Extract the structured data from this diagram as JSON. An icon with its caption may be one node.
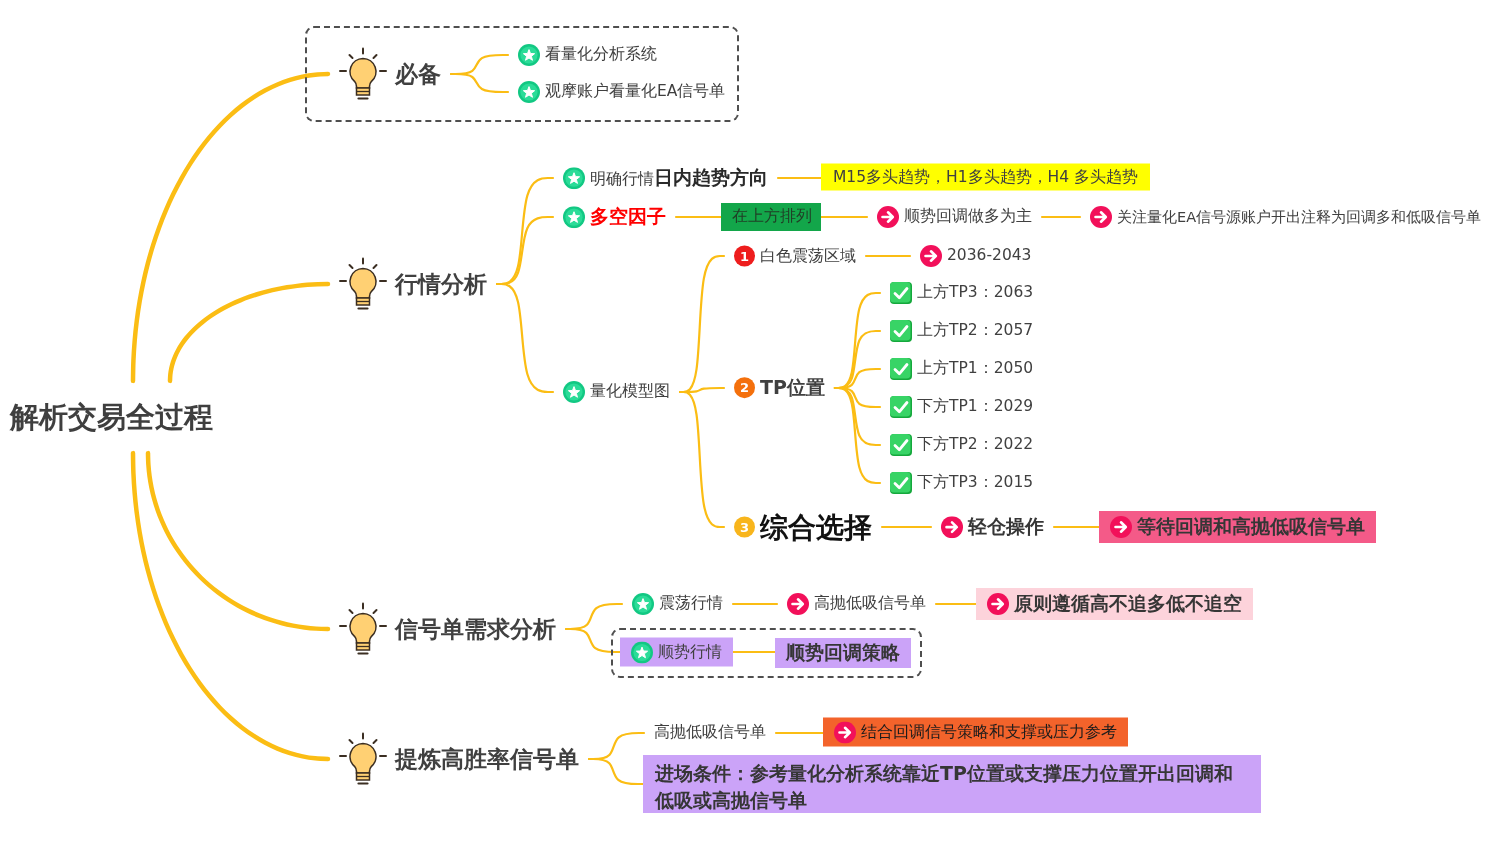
{
  "diagram": {
    "nodes": [
      {
        "text": [
          "解析交易全过程"
        ]
      },
      {
        "text": [],
        "shape": "box"
      },
      {
        "text": [
          "必备"
        ],
        "in": 1
      },
      {
        "text": [
          "看量化分析系统"
        ],
        "in": 1
      },
      {
        "text": [
          "观摩账户看量化EA信号单"
        ],
        "in": 1
      },
      {
        "text": [
          "行情分析"
        ]
      },
      {
        "text": [
          "明确行情**日内趋势方向**"
        ]
      },
      {
        "text": [
          "M15多头趋势，H1多头趋势，H4 多头趋势"
        ]
      },
      {
        "text": [
          "多空因子"
        ]
      },
      {
        "text": [
          "在上方排列"
        ]
      },
      {
        "text": [
          "顺势回调做多为主"
        ]
      },
      {
        "text": [
          "关注量化EA信号源账户开出注释为回调多和低吸信号单"
        ]
      },
      {
        "text": [
          "量化模型图"
        ]
      },
      {
        "text": [
          "1",
          "白色震荡区域"
        ]
      },
      {
        "text": [
          "2036-2043"
        ]
      },
      {
        "text": [
          "2",
          "TP位置"
        ]
      },
      {
        "text": [
          "上方TP3：2063"
        ]
      },
      {
        "text": [
          "上方TP2：2057"
        ]
      },
      {
        "text": [
          "上方TP1：2050"
        ]
      },
      {
        "text": [
          "下方TP1：2029"
        ]
      },
      {
        "text": [
          "下方TP2：2022"
        ]
      },
      {
        "text": [
          "下方TP3：2015"
        ]
      },
      {
        "text": [
          "3",
          "综合选择"
        ]
      },
      {
        "text": [
          "轻仓操作"
        ]
      },
      {
        "text": [
          "等待回调和高抛低吸信号单"
        ]
      },
      {
        "text": [
          "信号单需求分析"
        ]
      },
      {
        "text": [
          "震荡行情"
        ]
      },
      {
        "text": [
          "高抛低吸信号单"
        ]
      },
      {
        "text": [
          "原则遵循高不追多低不追空"
        ]
      },
      {
        "text": [],
        "shape": "box"
      },
      {
        "text": [
          "顺势行情"
        ],
        "in": 29
      },
      {
        "text": [
          "顺势回调策略"
        ],
        "in": 29
      },
      {
        "text": [
          "提炼高胜率信号单"
        ]
      },
      {
        "text": [
          "高抛低吸信号单"
        ]
      },
      {
        "text": [
          "结合回调信号策略和支撑或压力参考"
        ]
      },
      {
        "text": [
          "进场条件：参考量化分析系统靠近TP位置或支撑压力位置开出回调和低吸或高抛信号单"
        ]
      }
    ],
    "edges": [
      {
        "from": 0,
        "to": 2,
        "arrow": "none",
        "style": "thick"
      },
      {
        "from": 0,
        "to": 5,
        "arrow": "none",
        "style": "thick"
      },
      {
        "from": 0,
        "to": 25,
        "arrow": "none",
        "style": "thick"
      },
      {
        "from": 0,
        "to": 32,
        "arrow": "none",
        "style": "thick"
      },
      {
        "from": 2,
        "to": 3,
        "arrow": "none"
      },
      {
        "from": 2,
        "to": 4,
        "arrow": "none"
      },
      {
        "from": 5,
        "to": 6,
        "arrow": "none"
      },
      {
        "from": 5,
        "to": 8,
        "arrow": "none"
      },
      {
        "from": 5,
        "to": 12,
        "arrow": "none"
      },
      {
        "from": 6,
        "to": 7,
        "arrow": "none"
      },
      {
        "from": 8,
        "to": 9,
        "arrow": "none"
      },
      {
        "from": 9,
        "to": 10,
        "arrow": "none"
      },
      {
        "from": 10,
        "to": 11,
        "arrow": "none"
      },
      {
        "from": 12,
        "to": 13,
        "arrow": "none"
      },
      {
        "from": 12,
        "to": 15,
        "arrow": "none"
      },
      {
        "from": 12,
        "to": 22,
        "arrow": "none"
      },
      {
        "from": 13,
        "to": 14,
        "arrow": "none"
      },
      {
        "from": 15,
        "to": 16,
        "arrow": "none"
      },
      {
        "from": 15,
        "to": 17,
        "arrow": "none"
      },
      {
        "from": 15,
        "to": 18,
        "arrow": "none"
      },
      {
        "from": 15,
        "to": 19,
        "arrow": "none"
      },
      {
        "from": 15,
        "to": 20,
        "arrow": "none"
      },
      {
        "from": 15,
        "to": 21,
        "arrow": "none"
      },
      {
        "from": 22,
        "to": 23,
        "arrow": "none"
      },
      {
        "from": 23,
        "to": 24,
        "arrow": "none"
      },
      {
        "from": 25,
        "to": 26,
        "arrow": "none"
      },
      {
        "from": 25,
        "to": 30,
        "arrow": "none"
      },
      {
        "from": 26,
        "to": 27,
        "arrow": "none"
      },
      {
        "from": 27,
        "to": 28,
        "arrow": "none"
      },
      {
        "from": 30,
        "to": 31,
        "arrow": "none"
      },
      {
        "from": 32,
        "to": 33,
        "arrow": "none"
      },
      {
        "from": 32,
        "to": 35,
        "arrow": "none"
      },
      {
        "from": 33,
        "to": 34,
        "arrow": "none"
      }
    ]
  }
}
